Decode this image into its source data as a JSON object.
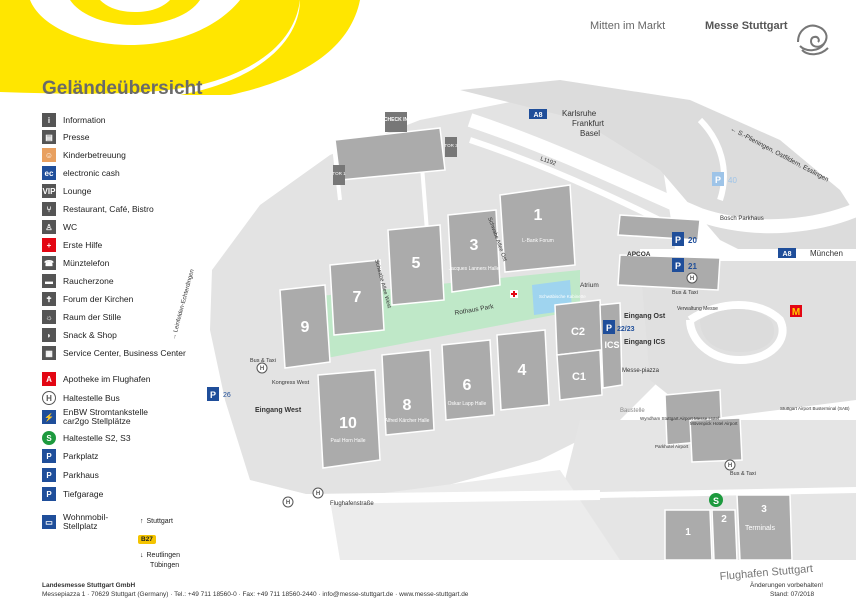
{
  "header": {
    "tagline": "Mitten im Markt",
    "brand": "Messe Stuttgart",
    "title": "Geländeübersicht"
  },
  "legend": [
    {
      "label": "Information",
      "icon": "info-icon",
      "symbol": "i",
      "color": "#555555"
    },
    {
      "label": "Presse",
      "icon": "press-icon",
      "symbol": "▤",
      "color": "#555555"
    },
    {
      "label": "Kinderbetreuung",
      "icon": "childcare-icon",
      "symbol": "☺",
      "color": "#e8a060"
    },
    {
      "label": "electronic cash",
      "icon": "ec-icon",
      "symbol": "ec",
      "color": "#1f4e9a"
    },
    {
      "label": "Lounge",
      "icon": "lounge-icon",
      "symbol": "VIP",
      "color": "#555555"
    },
    {
      "label": "Restaurant, Café, Bistro",
      "icon": "restaurant-icon",
      "symbol": "⑂",
      "color": "#555555"
    },
    {
      "label": "WC",
      "icon": "wc-icon",
      "symbol": "♙",
      "color": "#555555"
    },
    {
      "label": "Erste Hilfe",
      "icon": "first-aid-icon",
      "symbol": "+",
      "color": "#e30613"
    },
    {
      "label": "Münztelefon",
      "icon": "phone-icon",
      "symbol": "☎",
      "color": "#555555"
    },
    {
      "label": "Raucherzone",
      "icon": "smoking-icon",
      "symbol": "▬",
      "color": "#555555"
    },
    {
      "label": "Forum der Kirchen",
      "icon": "church-icon",
      "symbol": "✝",
      "color": "#555555"
    },
    {
      "label": "Raum der Stille",
      "icon": "silence-icon",
      "symbol": "☼",
      "color": "#555555"
    },
    {
      "label": "Snack & Shop",
      "icon": "snack-icon",
      "symbol": "◗",
      "color": "#555555"
    },
    {
      "label": "Service Center, Business Center",
      "icon": "service-icon",
      "symbol": "▦",
      "color": "#555555"
    },
    {
      "label": "Apotheke im Flughafen",
      "icon": "pharmacy-icon",
      "symbol": "A",
      "color": "#e30613"
    },
    {
      "label": "Haltestelle Bus",
      "icon": "bus-stop-icon",
      "symbol": "H",
      "color": "#ffffff"
    },
    {
      "label": "EnBW Stromtankstelle car2go Stellplätze",
      "icon": "charging-icon",
      "symbol": "⚡",
      "color": "#1f4e9a"
    },
    {
      "label": "Haltestelle S2, S3",
      "icon": "sbahn-icon",
      "symbol": "S",
      "color": "#1d9a3e"
    },
    {
      "label": "Parkplatz",
      "icon": "parking-icon",
      "symbol": "P",
      "color": "#1f4e9a"
    },
    {
      "label": "Parkhaus",
      "icon": "parking-garage-icon",
      "symbol": "P",
      "color": "#1f4e9a"
    },
    {
      "label": "Tiefgarage",
      "icon": "underground-parking-icon",
      "symbol": "P",
      "color": "#1f4e9a"
    },
    {
      "label": "Wohnmobil-Stellplatz",
      "icon": "camper-icon",
      "symbol": "▭",
      "color": "#1f4e9a"
    }
  ],
  "routes": {
    "stuttgart": "Stuttgart",
    "b27": "B27",
    "reutlingen": "Reutlingen",
    "tuebingen": "Tübingen"
  },
  "footer": {
    "company": "Landesmesse Stuttgart GmbH",
    "address": "Messepiazza 1 · 70629 Stuttgart (Germany) · Tel.: +49 711 18560-0 · Fax: +49 711 18560-2440 · info@messe-stuttgart.de · www.messe-stuttgart.de",
    "note": "Änderungen vorbehalten!",
    "date": "Stand: 07/2018"
  },
  "map": {
    "halls": {
      "h1": "1",
      "h1sub": "L-Bank Forum",
      "h3": "3",
      "h3sub": "Jacques Lanners Halle",
      "h4": "4",
      "h5": "5",
      "h6": "6",
      "h6sub": "Oskar Lapp Halle",
      "h7": "7",
      "h8": "8",
      "h8sub": "Alfred Kärcher Halle",
      "h9": "9",
      "h10": "10",
      "h10sub": "Paul Horn Halle",
      "c1": "C1",
      "c2": "C2",
      "ics": "ICS"
    },
    "labels": {
      "a8a": "A8",
      "karlsruhe": "Karlsruhe",
      "frankfurt": "Frankfurt",
      "basel": "Basel",
      "a8b": "A8",
      "muenchen": "München",
      "pleningen": "← S.-Plieningen, Ostfildern, Esslingen",
      "leinfelden": "→ Leinfelden-Echterdingen",
      "l1192": "L1192",
      "checkin": "CHECK IN",
      "tor1": "TOR 1",
      "tor3": "TOR 3",
      "boschParkhaus": "Bosch Parkhaus",
      "p20": "20",
      "p21": "21",
      "p22": "22/23",
      "p26": "26",
      "p40": "40",
      "apcoa": "APCOA",
      "busTaxi1": "Bus & Taxi",
      "busTaxi2": "Bus & Taxi",
      "busTaxi3": "Bus & Taxi",
      "eingangOst": "Eingang Ost",
      "eingangIcs": "Eingang ICS",
      "eingangWest": "Eingang West",
      "kongressWest": "Kongress West",
      "atrium": "Atrium",
      "rothausPark": "Rothaus Park",
      "schwabenkabinett": "Schwäbische Kabinette",
      "messepiazza": "Messe-piazza",
      "baustelle": "Baustelle",
      "alleeWest": "Schwabe Allee West",
      "alleeOst": "Schwabe Allee Ost",
      "flughafenstrasse": "Flughafenstraße",
      "flughafen": "Flughafen Stuttgart",
      "terminals": "Terminals",
      "t1": "1",
      "t2": "2",
      "t3": "3",
      "s2s3": "S",
      "verwaltung": "Verwaltung Messe",
      "wyndham": "Wyndham Stuttgart Airport Messe Hotel",
      "moevenpick": "Mövenpick Hotel Airport",
      "buttermilch": "Stuttgart Airport Busterminal (SAB)",
      "parkhotel": "Parkhotel Airport"
    }
  }
}
